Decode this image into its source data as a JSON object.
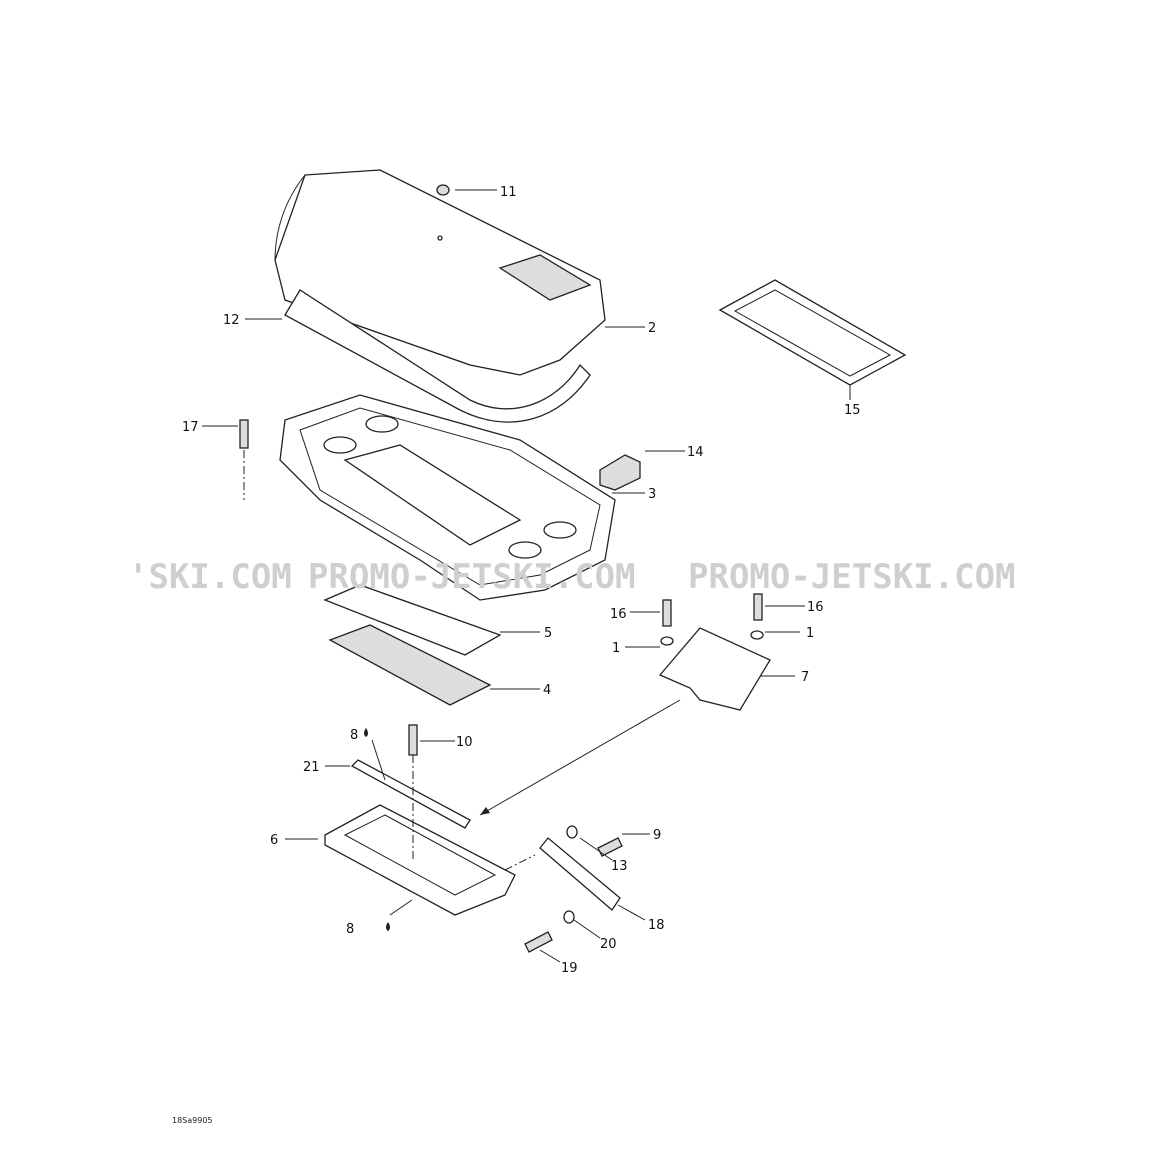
{
  "diagram": {
    "callouts": [
      "11",
      "12",
      "2",
      "15",
      "17",
      "14",
      "3",
      "16",
      "16",
      "5",
      "1",
      "1",
      "7",
      "4",
      "8",
      "10",
      "21",
      "6",
      "9",
      "13",
      "18",
      "20",
      "8",
      "19"
    ],
    "drawing_code": "18Sa9905"
  },
  "watermark": {
    "segments": [
      "'SKI.COM",
      "PROMO-JETSKI.COM",
      "PROMO-JETSKI.COM"
    ]
  },
  "colors": {
    "line": "#222222",
    "watermark": "#cfcfcf"
  }
}
